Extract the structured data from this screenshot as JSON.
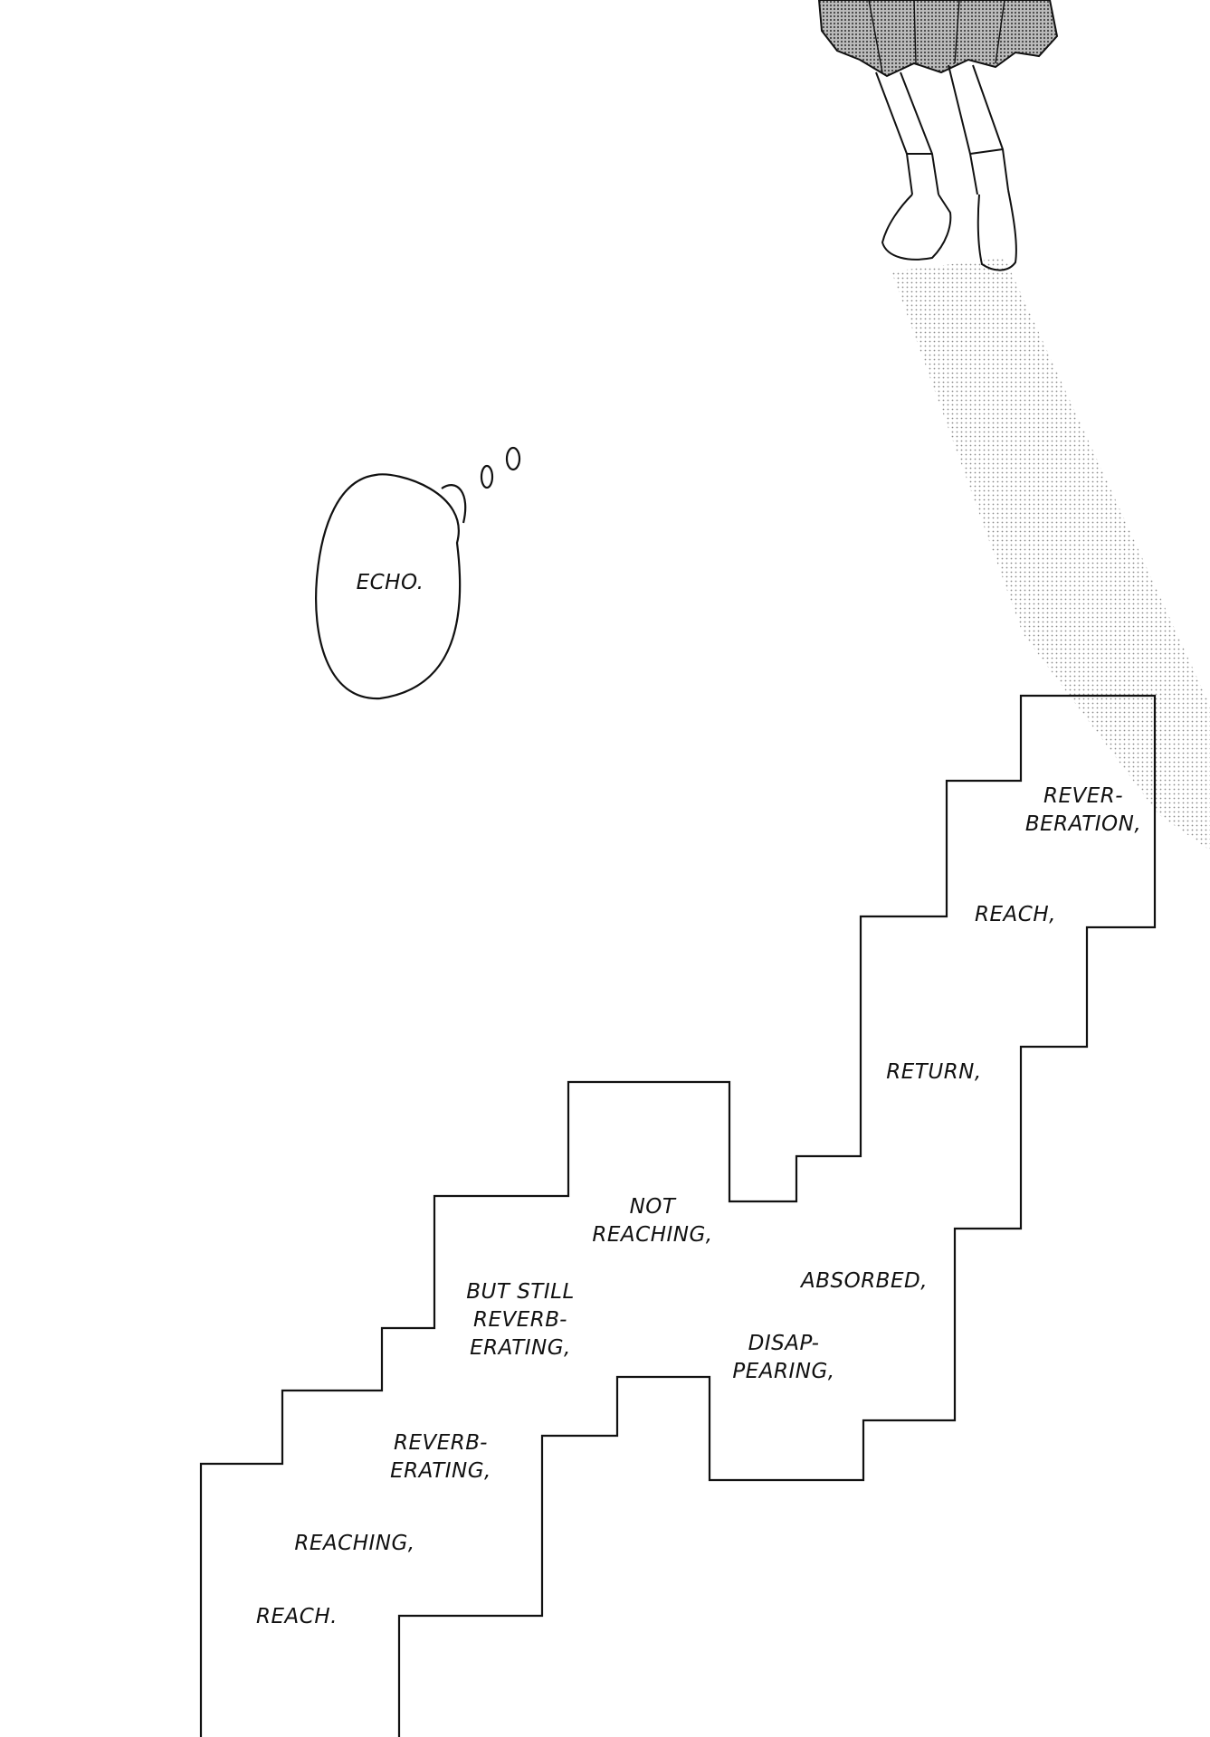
{
  "thought_bubble": {
    "text": "ECHO."
  },
  "captions": [
    "REVER-\nBERATION,",
    "REACH,",
    "RETURN,",
    "NOT\nREACHING,",
    "ABSORBED,",
    "BUT STILL\nREVERB-\nERATING,",
    "DISAP-\nPEARING,",
    "REVERB-\nERATING,",
    "REACHING,",
    "REACH."
  ],
  "colors": {
    "ink": "#111111",
    "screentone": "#777777",
    "paper": "#ffffff"
  }
}
